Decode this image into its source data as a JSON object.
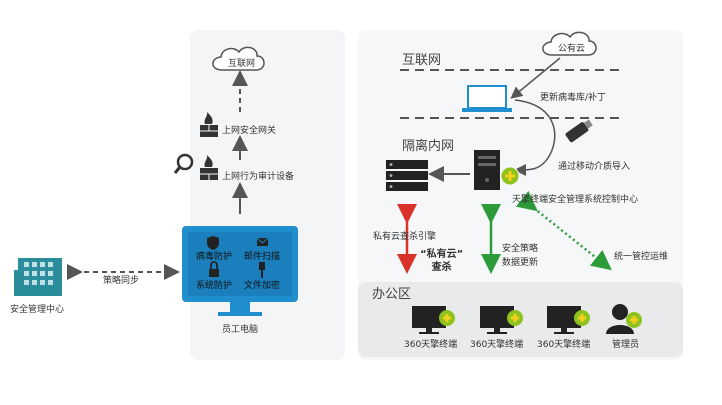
{
  "clouds": {
    "top_cloud": "互联网",
    "public_cloud": "公有云"
  },
  "left": {
    "gateway_label": "上网安全网关",
    "audit_label": "上网行为审计设备",
    "pc_label": "员工电脑",
    "pc_screen": {
      "virus": "病毒防护",
      "mail": "邮件扫描",
      "system": "系统防护",
      "file": "文件加密"
    },
    "sync_label": "策略同步",
    "mgmt_center_label": "安全管理中心"
  },
  "right": {
    "internet_title": "互联网",
    "update_label": "更新病毒库/补丁",
    "isolated_title": "隔离内网",
    "media_label": "通过移动介质导入",
    "control_center_label": "天擎终端安全管理系统控制中心",
    "private_cloud_engine": "私有云查杀引擎",
    "private_cloud_kill": "“私有云”\n查杀",
    "policy_data": "安全策略\n数据更新",
    "unified_ops": "统一管控运维",
    "office_title": "办公区",
    "terminals": [
      "360天擎终端",
      "360天擎终端",
      "360天擎终端"
    ],
    "admin_label": "管理员"
  },
  "colors": {
    "accent_green": "#8dc21f",
    "arrow_red": "#d9322a",
    "arrow_green": "#2e9b3a",
    "monitor_blue": "#1f8fd0",
    "building_teal": "#2b8c9c",
    "panel_gray": "#f1f2f3"
  }
}
